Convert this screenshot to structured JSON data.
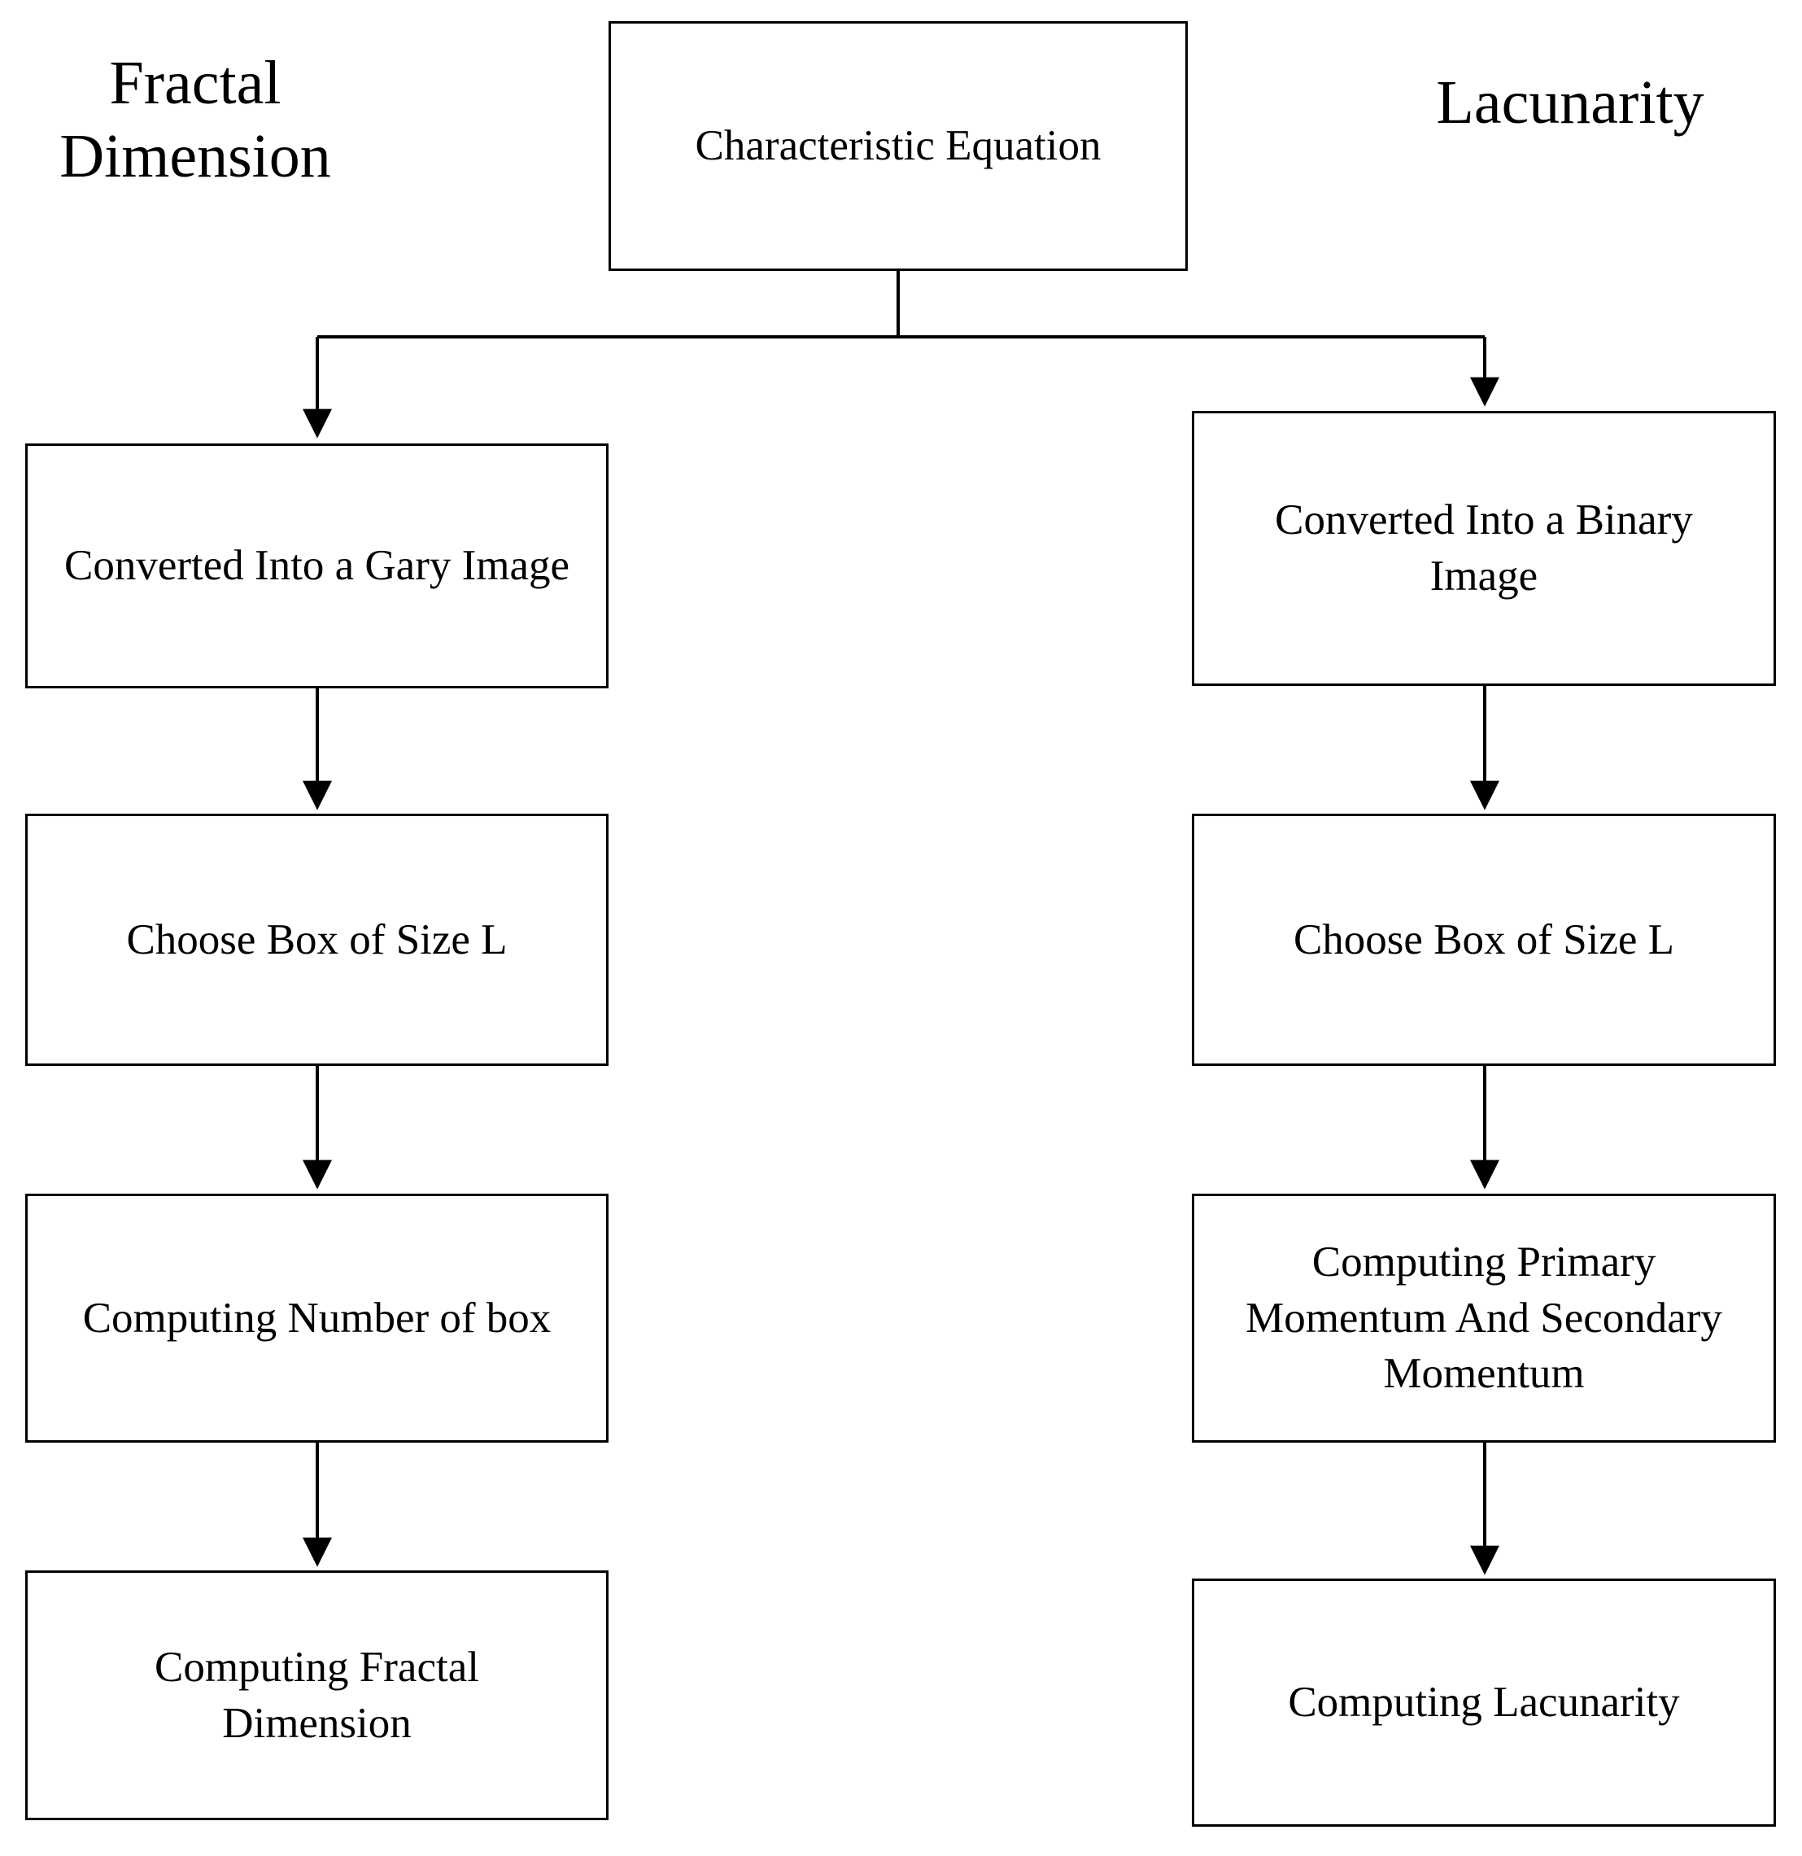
{
  "diagram": {
    "title_left": "Fractal\nDimension",
    "title_right": "Lacunarity",
    "root": {
      "label": "Characteristic Equation"
    },
    "left_branch": [
      {
        "label": "Converted Into a Gary Image"
      },
      {
        "label": "Choose Box of Size L"
      },
      {
        "label": "Computing Number of box"
      },
      {
        "label": "Computing Fractal\nDimension"
      }
    ],
    "right_branch": [
      {
        "label": "Converted Into a Binary\nImage"
      },
      {
        "label": "Choose Box of  Size L"
      },
      {
        "label": "Computing Primary\nMomentum And Secondary\nMomentum"
      },
      {
        "label": "Computing Lacunarity"
      }
    ],
    "colors": {
      "stroke": "#000000",
      "fill": "#ffffff",
      "text": "#000000"
    }
  },
  "chart_data": {
    "type": "diagram",
    "title": "",
    "nodes": [
      {
        "id": "root",
        "label": "Characteristic Equation",
        "column": "center",
        "row": 0
      },
      {
        "id": "gray-image",
        "label": "Converted Into a Gary Image",
        "column": "left",
        "row": 1
      },
      {
        "id": "box-size-left",
        "label": "Choose Box of Size L",
        "column": "left",
        "row": 2
      },
      {
        "id": "number-of-box",
        "label": "Computing Number of box",
        "column": "left",
        "row": 3
      },
      {
        "id": "fractal-dim",
        "label": "Computing Fractal Dimension",
        "column": "left",
        "row": 4
      },
      {
        "id": "binary-image",
        "label": "Converted Into a Binary Image",
        "column": "right",
        "row": 1
      },
      {
        "id": "box-size-right",
        "label": "Choose Box of  Size L",
        "column": "right",
        "row": 2
      },
      {
        "id": "momentum",
        "label": "Computing Primary Momentum And Secondary Momentum",
        "column": "right",
        "row": 3
      },
      {
        "id": "lacunarity",
        "label": "Computing Lacunarity",
        "column": "right",
        "row": 4
      }
    ],
    "edges": [
      {
        "from": "root",
        "to": "gray-image",
        "style": "elbow-arrow"
      },
      {
        "from": "root",
        "to": "binary-image",
        "style": "elbow-arrow"
      },
      {
        "from": "gray-image",
        "to": "box-size-left",
        "style": "arrow"
      },
      {
        "from": "box-size-left",
        "to": "number-of-box",
        "style": "arrow"
      },
      {
        "from": "number-of-box",
        "to": "fractal-dim",
        "style": "arrow"
      },
      {
        "from": "binary-image",
        "to": "box-size-right",
        "style": "arrow"
      },
      {
        "from": "box-size-right",
        "to": "momentum",
        "style": "arrow"
      },
      {
        "from": "momentum",
        "to": "lacunarity",
        "style": "arrow"
      }
    ],
    "column_labels": [
      "Fractal Dimension",
      "Lacunarity"
    ]
  }
}
